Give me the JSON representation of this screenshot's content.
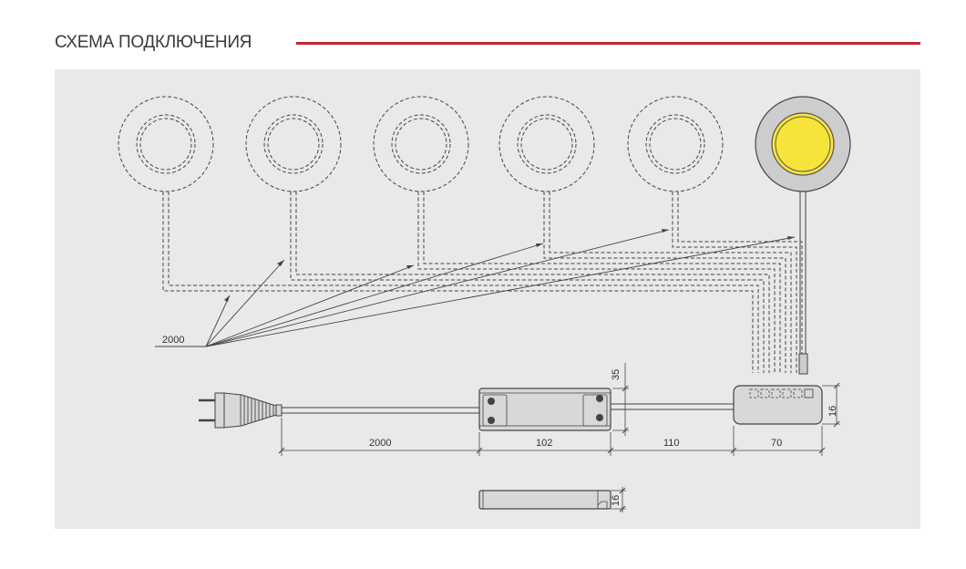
{
  "header": {
    "title": "СХЕМА ПОДКЛЮЧЕНИЯ"
  },
  "colors": {
    "accent_rule": "#c1272d",
    "panel_bg": "#e9e9e9",
    "line": "#444444",
    "lamp_ring": "#cdcdcd",
    "lamp_light": "#f8e33a",
    "driver_body": "#d8d8d8"
  },
  "dimensions": {
    "cable_length_top": "2000",
    "height_driver": "35",
    "cable_length_bottom": "2000",
    "driver_length": "102",
    "driver_cable": "110",
    "splitter_length": "70",
    "splitter_height": "16",
    "driver_side_height": "16"
  },
  "icons": [
    "downlight-outline-icon",
    "downlight-lit-icon",
    "plug-icon",
    "driver-icon",
    "splitter-icon"
  ]
}
